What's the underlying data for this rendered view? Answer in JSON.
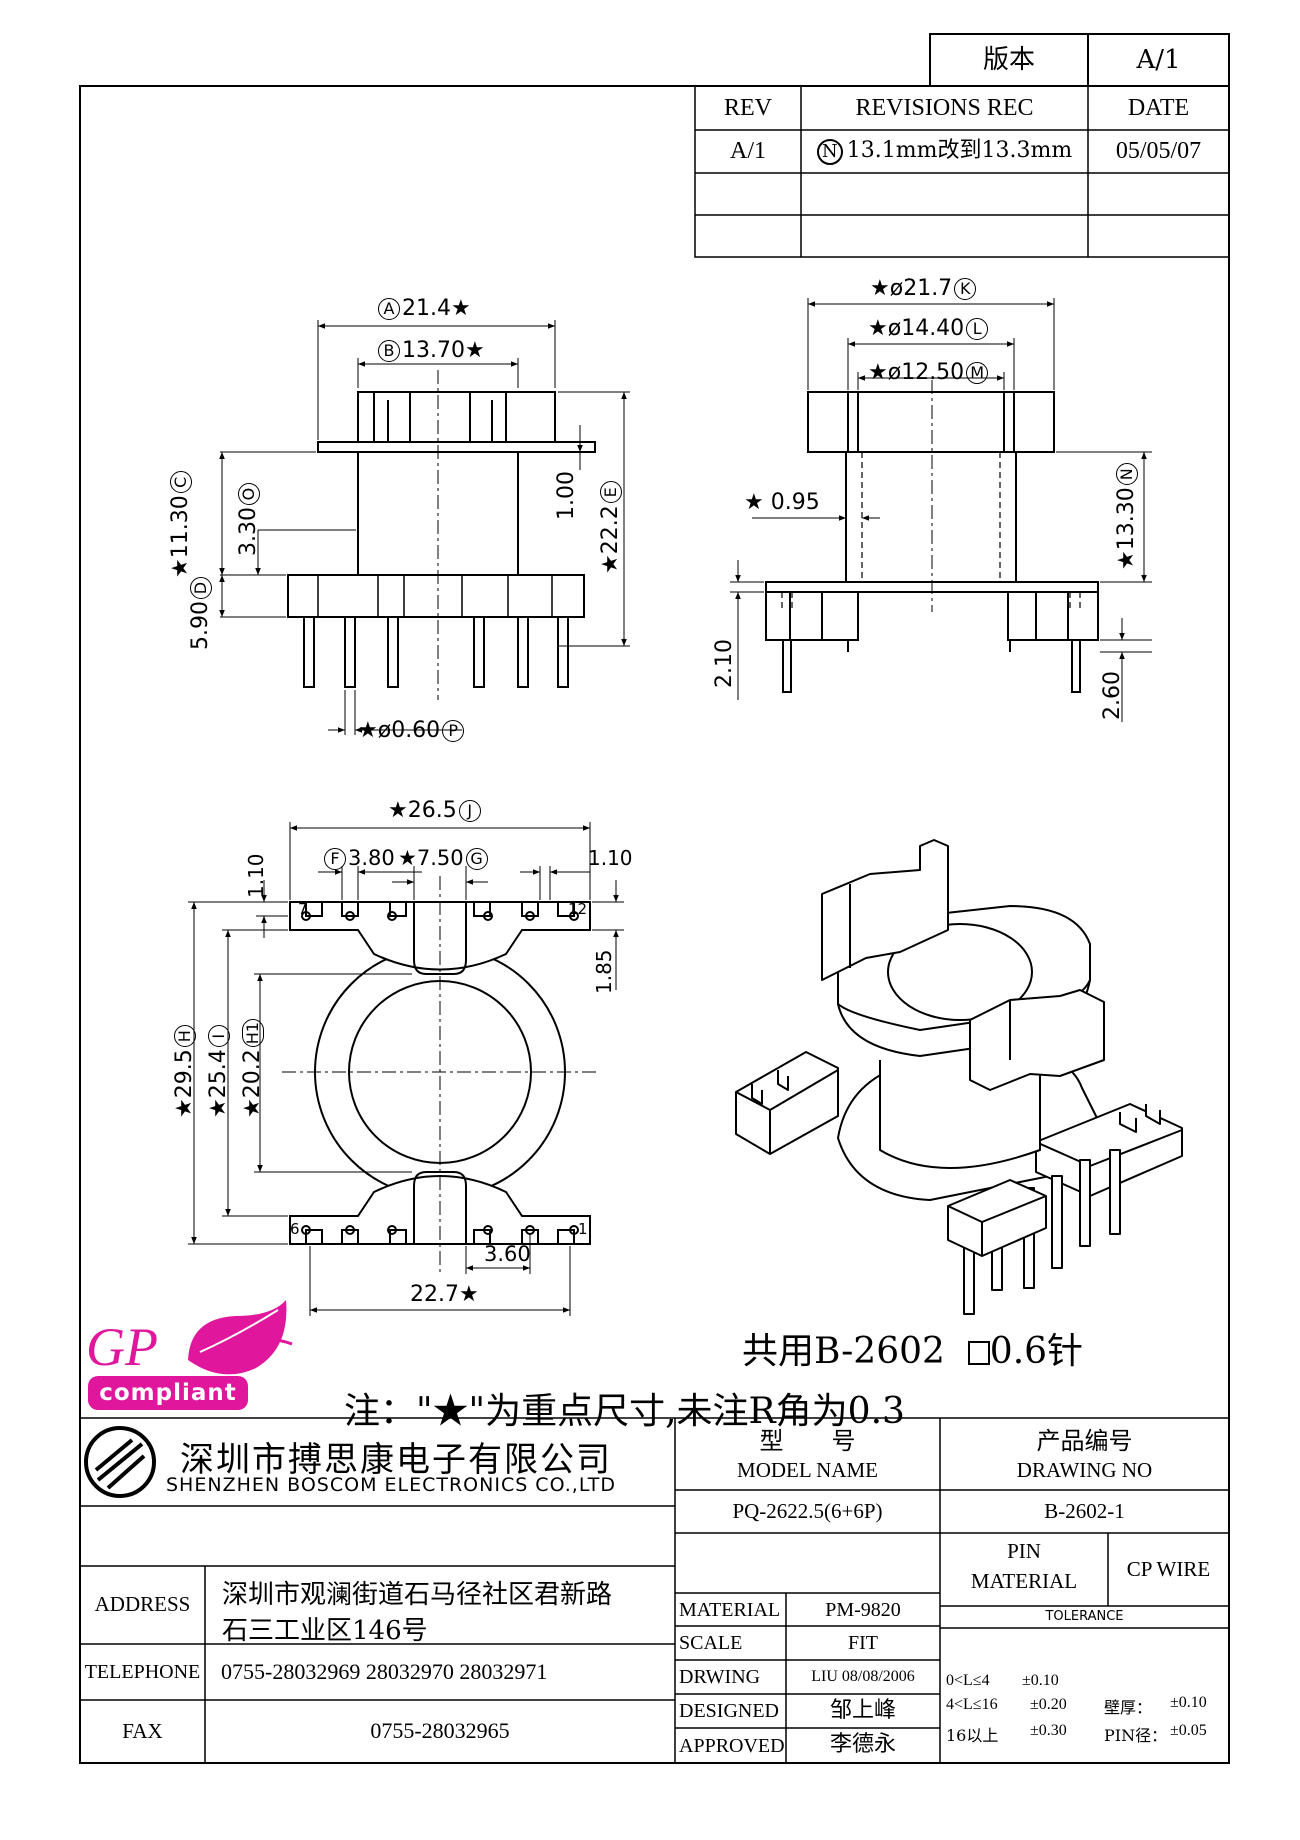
{
  "version_box": {
    "label": "版本",
    "value": "A/1"
  },
  "revisions": {
    "headers": [
      "REV",
      "REVISIONS REC",
      "DATE"
    ],
    "rows": [
      {
        "rev": "A/1",
        "mark": "N",
        "rec": "13.1mm改到13.3mm",
        "date": "05/05/07"
      }
    ]
  },
  "dims": {
    "A": "21.4",
    "B": "13.70",
    "C": "11.30",
    "O": "3.30",
    "D": "5.90",
    "d100": "1.00",
    "E": "22.2",
    "P": "ø0.60",
    "K": "ø21.7",
    "L": "ø14.40",
    "M": "ø12.50",
    "d095": "0.95",
    "N": "13.30",
    "d210": "2.10",
    "d260": "2.60",
    "J": "26.5",
    "F": "3.80",
    "G": "7.50",
    "d110a": "1.10",
    "d110b": "1.10",
    "d185": "1.85",
    "H": "29.5",
    "I": "25.4",
    "H1": "20.2",
    "d360": "3.60",
    "d227": "22.7",
    "pin7": "7",
    "pin12": "12",
    "pin6": "6",
    "pin1": "1"
  },
  "letters": [
    "A",
    "B",
    "C",
    "O",
    "D",
    "E",
    "P",
    "K",
    "L",
    "M",
    "N",
    "J",
    "F",
    "G",
    "H",
    "I",
    "H1"
  ],
  "shared_note": "共用B-2602",
  "pin_note": "0.6针",
  "note": "注：\"★\"为重点尺寸,未注R角为0.3",
  "logo": {
    "gp": "GP",
    "compliant": "compliant"
  },
  "company": {
    "name_cn": "深圳市搏思康电子有限公司",
    "name_en": "SHENZHEN BOSCOM ELECTRONICS CO.,LTD"
  },
  "title_block": {
    "model_label_cn": "型　　号",
    "model_label_en": "MODEL NAME",
    "drawing_label_cn": "产品编号",
    "drawing_label_en": "DRAWING NO",
    "model_value": "PQ-2622.5(6+6P)",
    "drawing_value": "B-2602-1",
    "address_label": "ADDRESS",
    "address_line1": "深圳市观澜街道石马径社区君新路",
    "address_line2": "石三工业区146号",
    "telephone_label": "TELEPHONE",
    "telephone_value": "0755-28032969 28032970 28032971",
    "fax_label": "FAX",
    "fax_value": "0755-28032965",
    "material_label": "MATERIAL",
    "material_value": "PM-9820",
    "scale_label": "SCALE",
    "scale_value": "FIT",
    "drawing_by_label": "DRWING",
    "drawing_by_value": "LIU 08/08/2006",
    "designed_label": "DESIGNED",
    "designed_value": "邹上峰",
    "approved_label": "APPROVED",
    "approved_value": "李德永",
    "pin_material_label1": "PIN",
    "pin_material_label2": "MATERIAL",
    "pin_material_value": "CP WIRE",
    "tolerance_label": "TOLERANCE",
    "tol1_range": "0<L≤4",
    "tol1_value": "±0.10",
    "tol2_range": "4<L≤16",
    "tol2_value": "±0.20",
    "tol3_range": "16以上",
    "tol3_value": "±0.30",
    "wall_label": "壁厚：",
    "wall_value": "±0.10",
    "pin_dia_label": "PIN径：",
    "pin_dia_value": "±0.05"
  },
  "colors": {
    "logo_magenta": "#e0179c",
    "line": "#000000"
  }
}
